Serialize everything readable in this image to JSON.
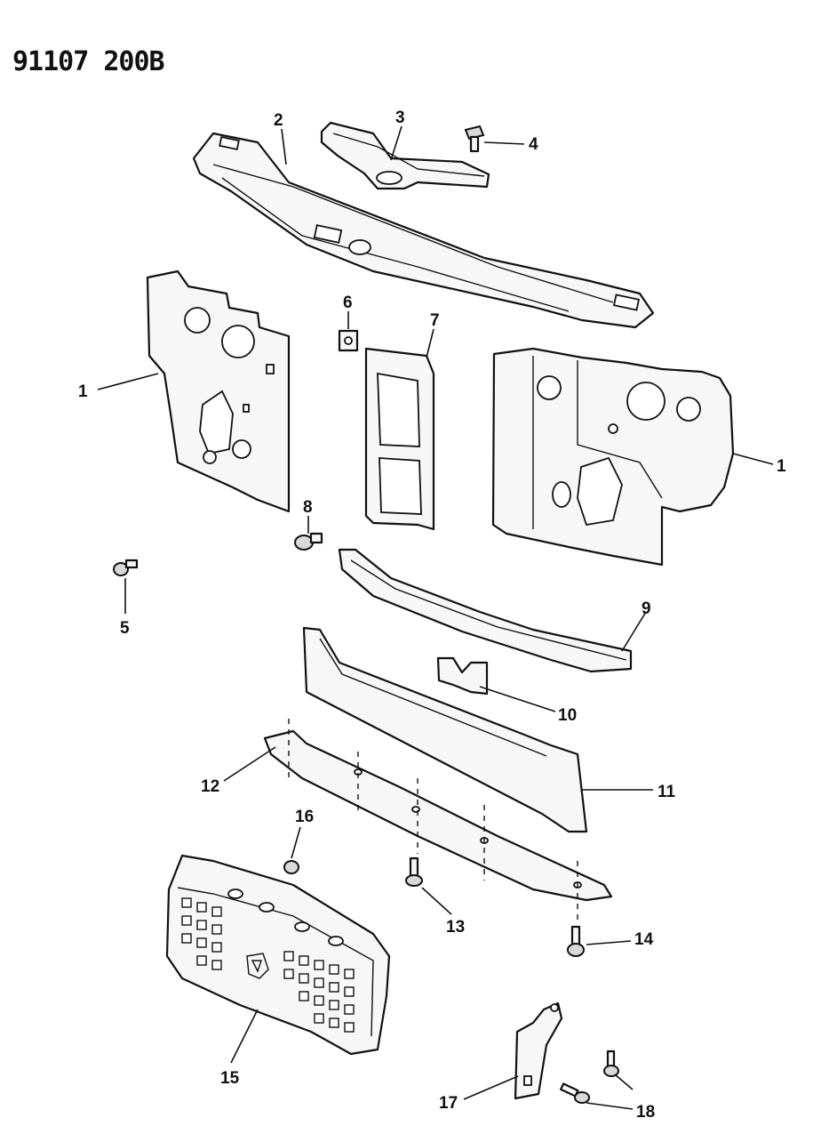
{
  "header": {
    "document_number": "91107 200B"
  },
  "callouts": {
    "c1_left": "1",
    "c1_right": "1",
    "c2": "2",
    "c3": "3",
    "c4": "4",
    "c5": "5",
    "c6": "6",
    "c7": "7",
    "c8": "8",
    "c9": "9",
    "c10": "10",
    "c11": "11",
    "c12": "12",
    "c13": "13",
    "c14": "14",
    "c15": "15",
    "c16": "16",
    "c17": "17",
    "c18": "18"
  }
}
